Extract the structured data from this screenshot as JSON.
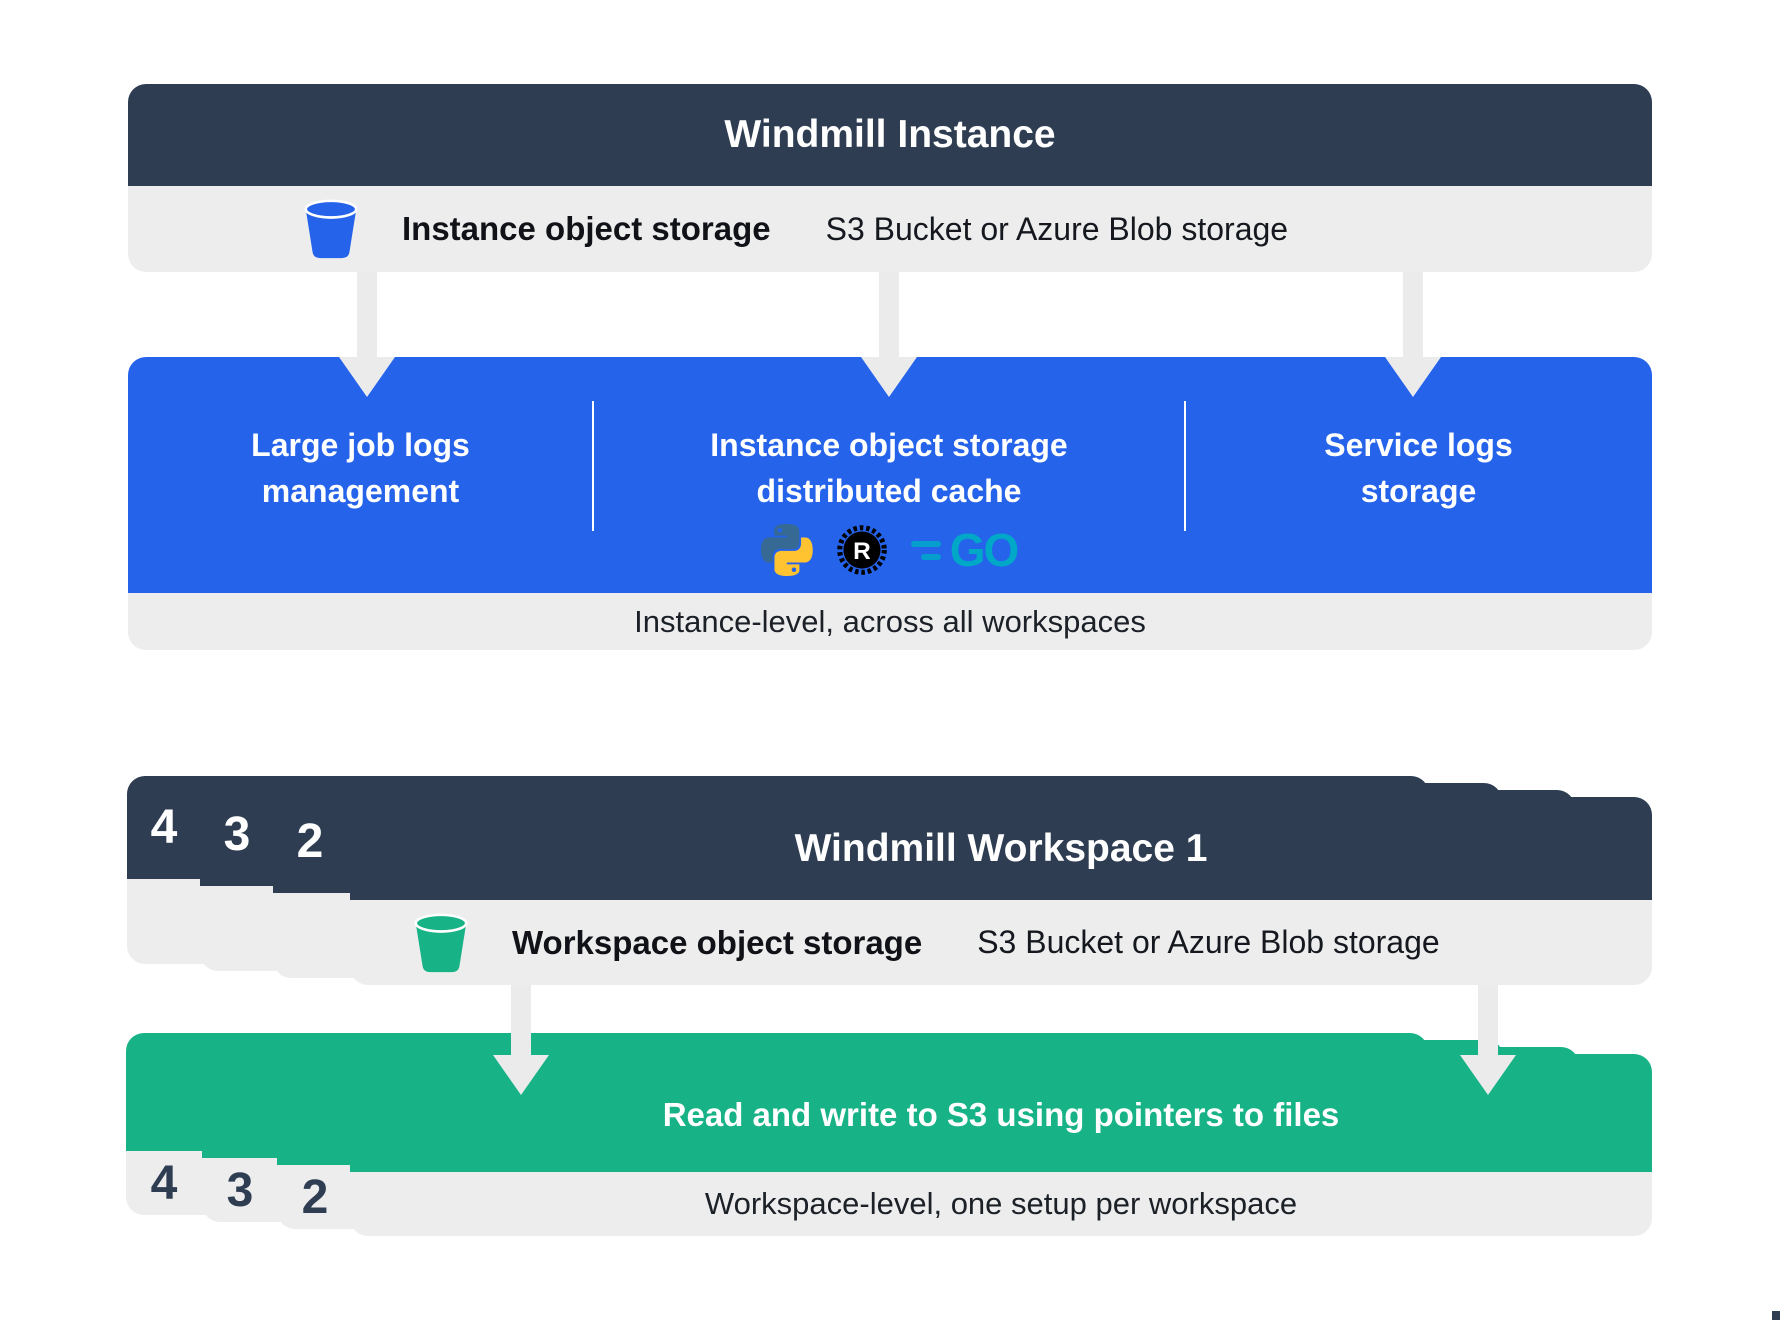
{
  "colors": {
    "navy": "#2e3d52",
    "blue": "#2563eb",
    "green": "#17b286",
    "strip": "#ededee",
    "arrow": "#ebebec",
    "python_blue": "#366994",
    "python_yellow": "#ffc331",
    "go_teal": "#00a8c8",
    "rust_black": "#000000"
  },
  "instance": {
    "title": "Windmill Instance",
    "storage_label": "Instance object storage",
    "storage_detail": "S3 Bucket or Azure Blob storage",
    "features": [
      {
        "label": "Large job logs\nmanagement"
      },
      {
        "label": "Instance object storage\ndistributed cache"
      },
      {
        "label": "Service logs\nstorage"
      }
    ],
    "caption": "Instance-level, across all workspaces",
    "rust_letter": "R",
    "go_text": "GO"
  },
  "workspace": {
    "title": "Windmill Workspace 1",
    "storage_label": "Workspace object storage",
    "storage_detail": "S3 Bucket or Azure Blob storage",
    "layers": [
      {
        "label": "4"
      },
      {
        "label": "3"
      },
      {
        "label": "2"
      }
    ]
  },
  "workspace_action": {
    "title": "Read and write to S3 using pointers to files",
    "caption": "Workspace-level, one setup per workspace",
    "layers": [
      {
        "label": "4"
      },
      {
        "label": "3"
      },
      {
        "label": "2"
      }
    ]
  }
}
